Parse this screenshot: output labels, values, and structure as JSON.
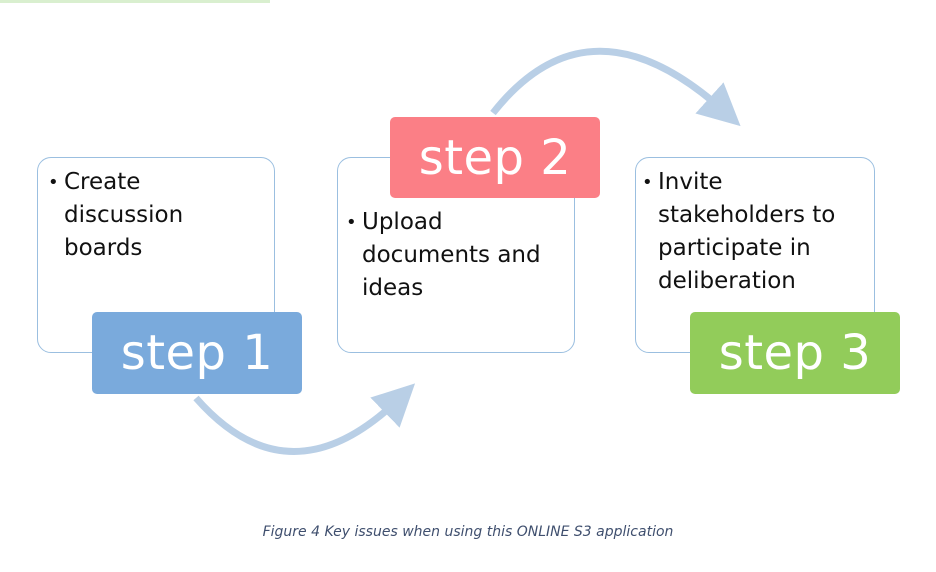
{
  "steps": [
    {
      "label": "step 1",
      "text": "Create discussion boards",
      "color": "#7aaadc"
    },
    {
      "label": "step 2",
      "text": "Upload documents and ideas",
      "color": "#fb7f86"
    },
    {
      "label": "step 3",
      "text": "Invite stakeholders to participate in deliberation",
      "color": "#92cc5a"
    }
  ],
  "arrow_color": "#b9cfe6",
  "caption": "Figure 4 Key issues when using this ONLINE S3 application"
}
